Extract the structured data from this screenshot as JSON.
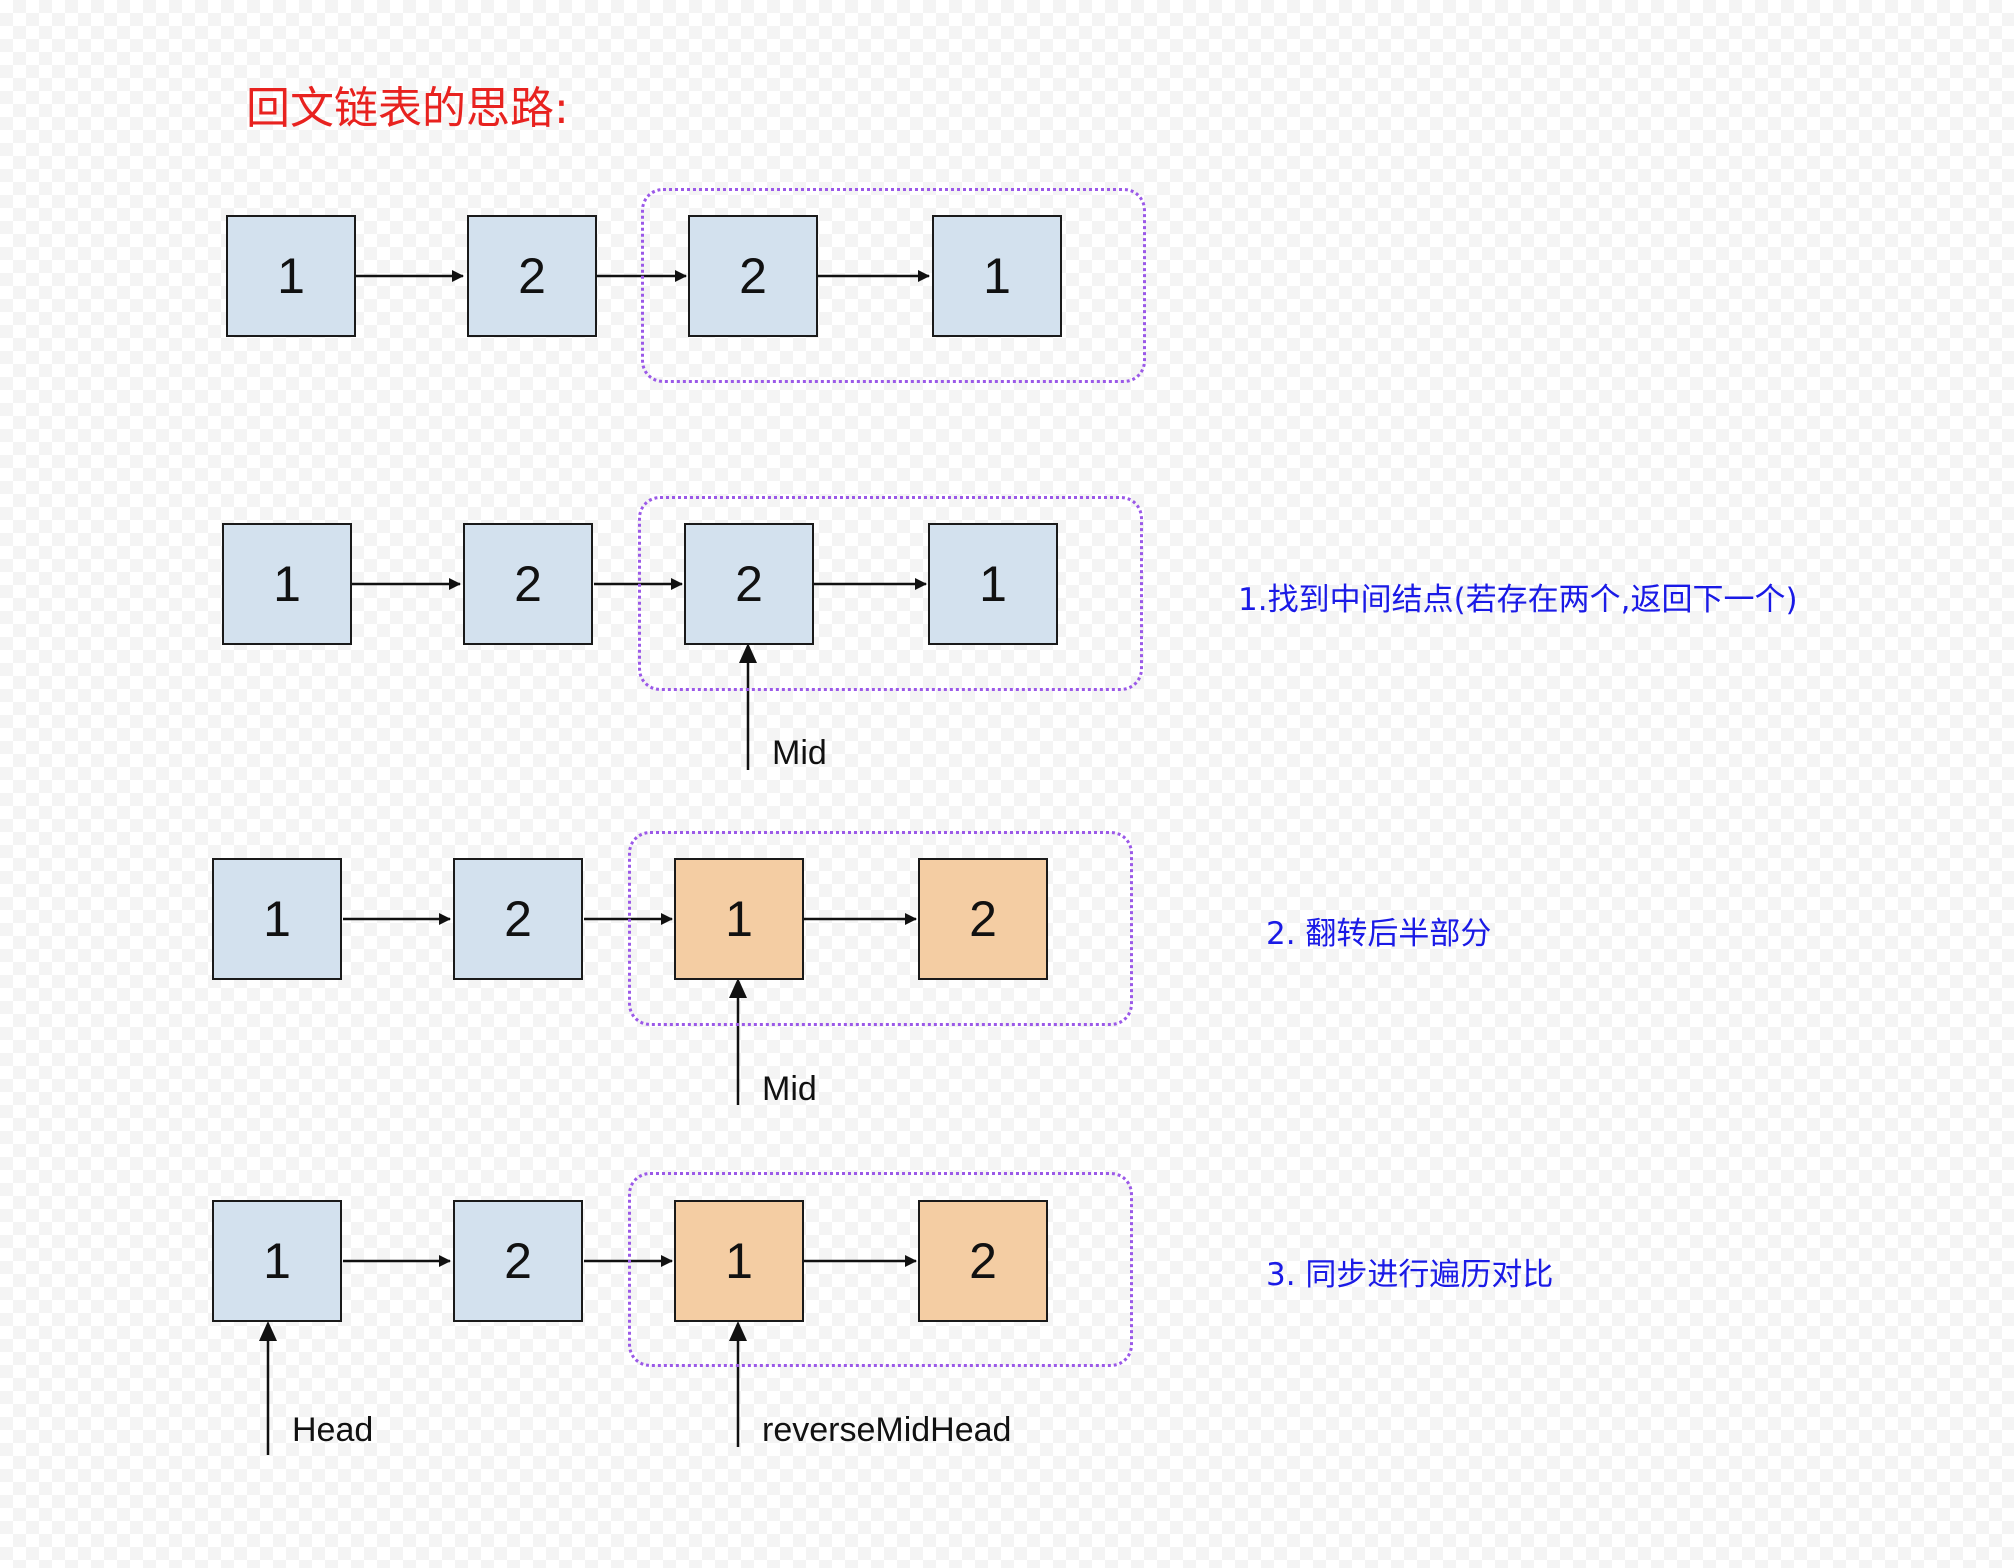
{
  "title": "回文链表的思路:",
  "rows": [
    {
      "nodes": [
        "1",
        "2",
        "2",
        "1"
      ],
      "step": "",
      "mid_label": ""
    },
    {
      "nodes": [
        "1",
        "2",
        "2",
        "1"
      ],
      "step": "1.找到中间结点(若存在两个,返回下一个)",
      "mid_label": "Mid"
    },
    {
      "nodes": [
        "1",
        "2",
        "1",
        "2"
      ],
      "step": "2. 翻转后半部分",
      "mid_label": "Mid"
    },
    {
      "nodes": [
        "1",
        "2",
        "1",
        "2"
      ],
      "step": "3. 同步进行遍历对比",
      "head_label": "Head",
      "mid_label": "reverseMidHead"
    }
  ],
  "colors": {
    "node_fill": "#d3e1ee",
    "reversed_node_fill": "#f4cda3",
    "group_border": "#9b59e8",
    "title": "#e8221f",
    "step_text": "#1a1ae6"
  }
}
